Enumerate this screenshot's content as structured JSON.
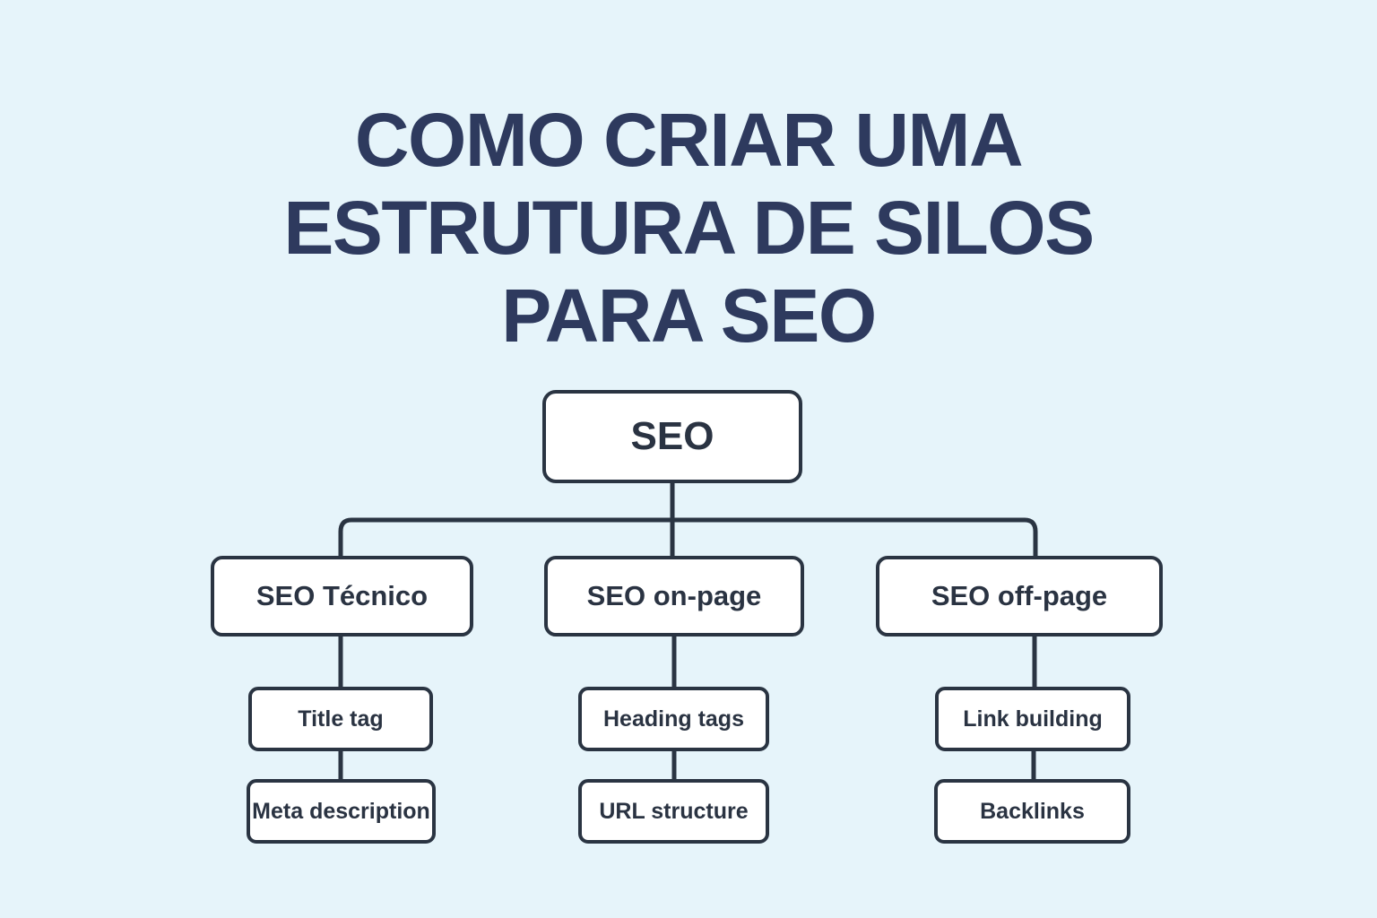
{
  "title": {
    "lines": [
      "COMO CRIAR UMA",
      "ESTRUTURA DE SILOS",
      "PARA SEO"
    ]
  },
  "colors": {
    "background": "#e6f4fa",
    "box_border": "#2a3442",
    "box_fill": "#ffffff",
    "title_text": "#2e3a5e",
    "node_text": "#2a3342",
    "connector": "#2a3442"
  },
  "tree": {
    "root": {
      "label": "SEO"
    },
    "branches": [
      {
        "label": "SEO Técnico",
        "children": [
          "Title tag",
          "Meta description"
        ]
      },
      {
        "label": "SEO on-page",
        "children": [
          "Heading tags",
          "URL structure"
        ]
      },
      {
        "label": "SEO off-page",
        "children": [
          "Link building",
          "Backlinks"
        ]
      }
    ]
  }
}
